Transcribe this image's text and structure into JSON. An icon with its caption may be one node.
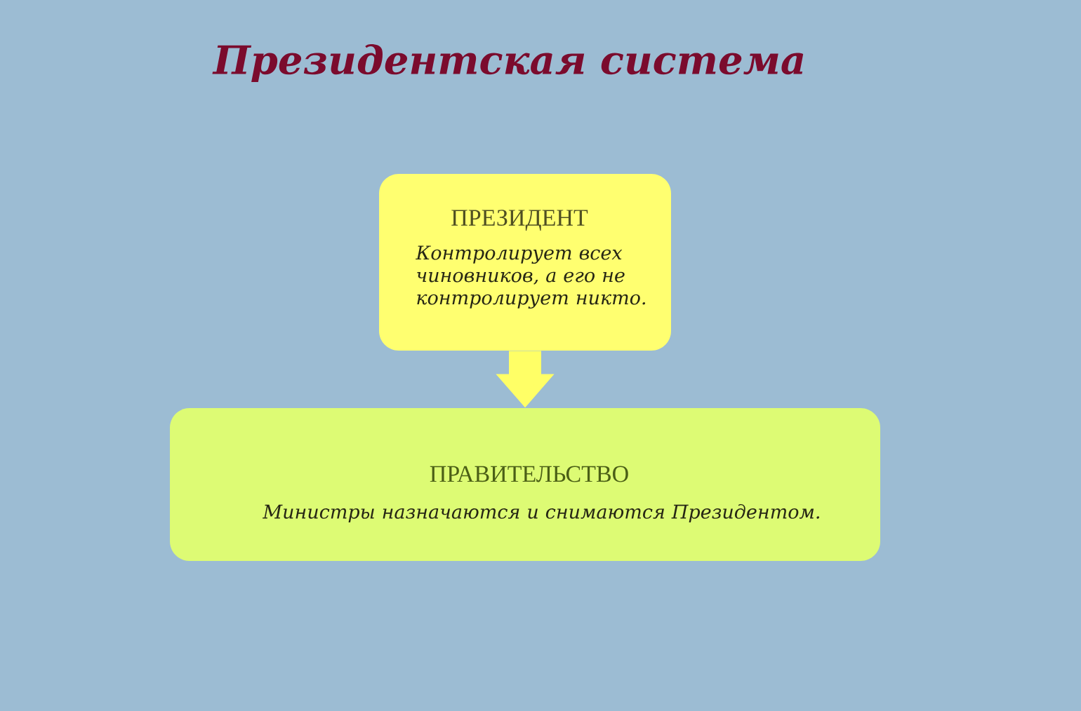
{
  "diagram": {
    "title": "Президентская система",
    "nodes": [
      {
        "text": [
          "ПРЕЗИДЕНТ",
          "Контролирует всех чиновников, а его не контролирует никто."
        ]
      },
      {
        "text": [
          "ПРАВИТЕЛЬСТВО",
          "Министры назначаются и снимаются Президентом."
        ]
      }
    ],
    "edges": [
      {
        "from": 0,
        "to": 1,
        "arrow": "to"
      }
    ]
  }
}
